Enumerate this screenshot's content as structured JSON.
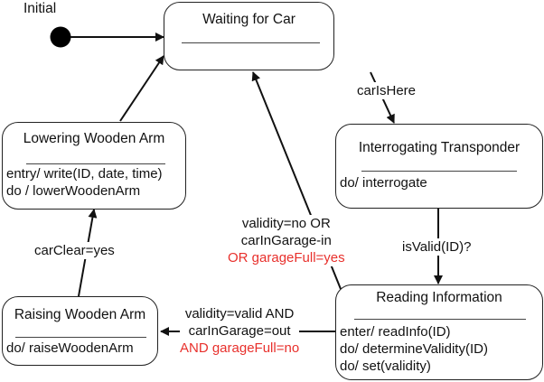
{
  "diagram": {
    "type": "UML state machine",
    "initial": {
      "label": "Initial"
    },
    "states": {
      "waiting": {
        "name": "Waiting for Car",
        "actions": []
      },
      "interrogating": {
        "name": "Interrogating Transponder",
        "actions": [
          "do/ interrogate"
        ]
      },
      "reading": {
        "name": "Reading Information",
        "actions": [
          "enter/ readInfo(ID)",
          "do/ determineValidity(ID)",
          "do/ set(validity)"
        ]
      },
      "raising": {
        "name": "Raising Wooden Arm",
        "actions": [
          "do/ raiseWoodenArm"
        ]
      },
      "lowering": {
        "name": "Lowering Wooden Arm",
        "actions": [
          "entry/ write(ID, date, time)",
          "do / lowerWoodenArm"
        ]
      }
    },
    "transitions": {
      "car_is_here": {
        "from": "Waiting for Car",
        "to": "Interrogating Transponder",
        "label": "carIsHere"
      },
      "is_valid": {
        "from": "Interrogating Transponder",
        "to": "Reading Information",
        "label": "isValid(ID)?"
      },
      "invalid": {
        "from": "Reading Information",
        "to": "Waiting for Car",
        "lines": [
          "validity=no OR",
          "carInGarage-in"
        ],
        "highlight": "OR garageFull=yes"
      },
      "valid": {
        "from": "Reading Information",
        "to": "Raising Wooden Arm",
        "lines": [
          "validity=valid AND",
          "carInGarage=out"
        ],
        "highlight": "AND garageFull=no"
      },
      "car_clear": {
        "from": "Raising Wooden Arm",
        "to": "Lowering Wooden Arm",
        "label": "carClear=yes"
      },
      "lowered": {
        "from": "Lowering Wooden Arm",
        "to": "Waiting for Car",
        "label": ""
      },
      "start": {
        "from": "Initial",
        "to": "Waiting for Car",
        "label": ""
      }
    },
    "colors": {
      "highlight": "#e8302c",
      "line": "#111111"
    }
  }
}
